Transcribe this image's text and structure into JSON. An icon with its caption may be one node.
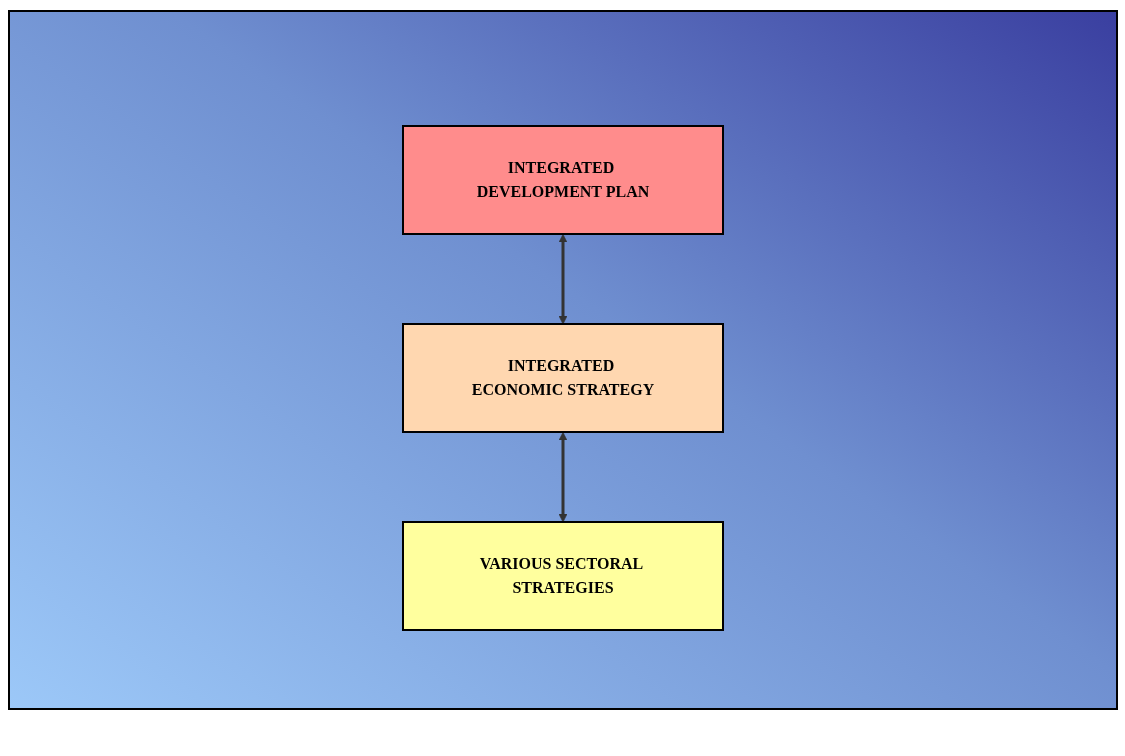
{
  "diagram": {
    "nodes": [
      {
        "text": [
          "INTEGRATED DEVELOPMENT PLAN"
        ]
      },
      {
        "text": [
          "INTEGRATED ECONOMIC STRATEGY"
        ]
      },
      {
        "text": [
          "VARIOUS SECTORAL STRATEGIES"
        ]
      }
    ],
    "edges": [
      {
        "from": 0,
        "to": 1,
        "arrow": "both"
      },
      {
        "from": 1,
        "to": 2,
        "arrow": "both"
      }
    ]
  }
}
